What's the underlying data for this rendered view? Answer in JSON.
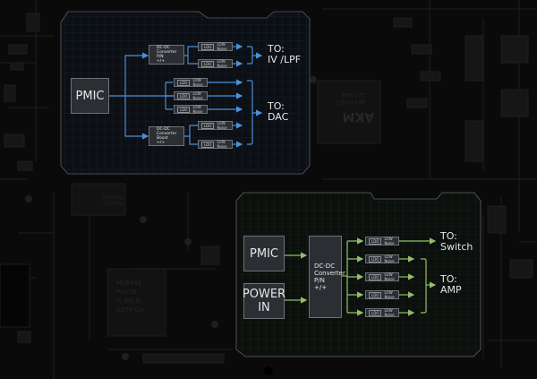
{
  "background": {
    "description": "dark PCB board",
    "chip_labels": [
      {
        "id": "akm",
        "lines": [
          "AKM",
          "AK4191EQ",
          "2217VAE"
        ]
      },
      {
        "id": "msp432",
        "lines": [
          "MSP432",
          "P401R",
          "TI 89I D",
          "A87R G4"
        ]
      },
      {
        "id": "msp",
        "lines": [
          "MSP4161",
          "AC1F67E"
        ]
      }
    ]
  },
  "colors": {
    "top_accent": "#4a90d9",
    "bottom_accent": "#8fbf6a",
    "box_fill": "#2b2f33",
    "box_border": "#6c7278",
    "panel_fill": "#0d1014",
    "text": "#e6e6e6"
  },
  "top_diagram": {
    "source": "PMIC",
    "converters": [
      {
        "lines": [
          "DC-DC",
          "Converter",
          "P/N",
          "+/+"
        ]
      },
      {
        "lines": [
          "DC-DC",
          "Converter",
          "Boost",
          "+/+"
        ]
      }
    ],
    "ldo_tag": "LDO",
    "ldo_label": "LOW Noise",
    "outputs": [
      {
        "lines": [
          "TO:",
          "IV /LPF"
        ]
      },
      {
        "lines": [
          "TO:",
          "DAC"
        ]
      }
    ]
  },
  "bottom_diagram": {
    "sources": [
      {
        "lines": [
          "PMIC"
        ]
      },
      {
        "lines": [
          "POWER",
          "IN"
        ]
      }
    ],
    "converter": {
      "lines": [
        "DC-DC",
        "Converter",
        "P/N",
        "+/+"
      ]
    },
    "ldo_tag": "LDO",
    "ldo_label": "LOW Noise",
    "outputs": [
      {
        "lines": [
          "TO:",
          "Switch"
        ]
      },
      {
        "lines": [
          "TO:",
          "AMP"
        ]
      }
    ]
  }
}
